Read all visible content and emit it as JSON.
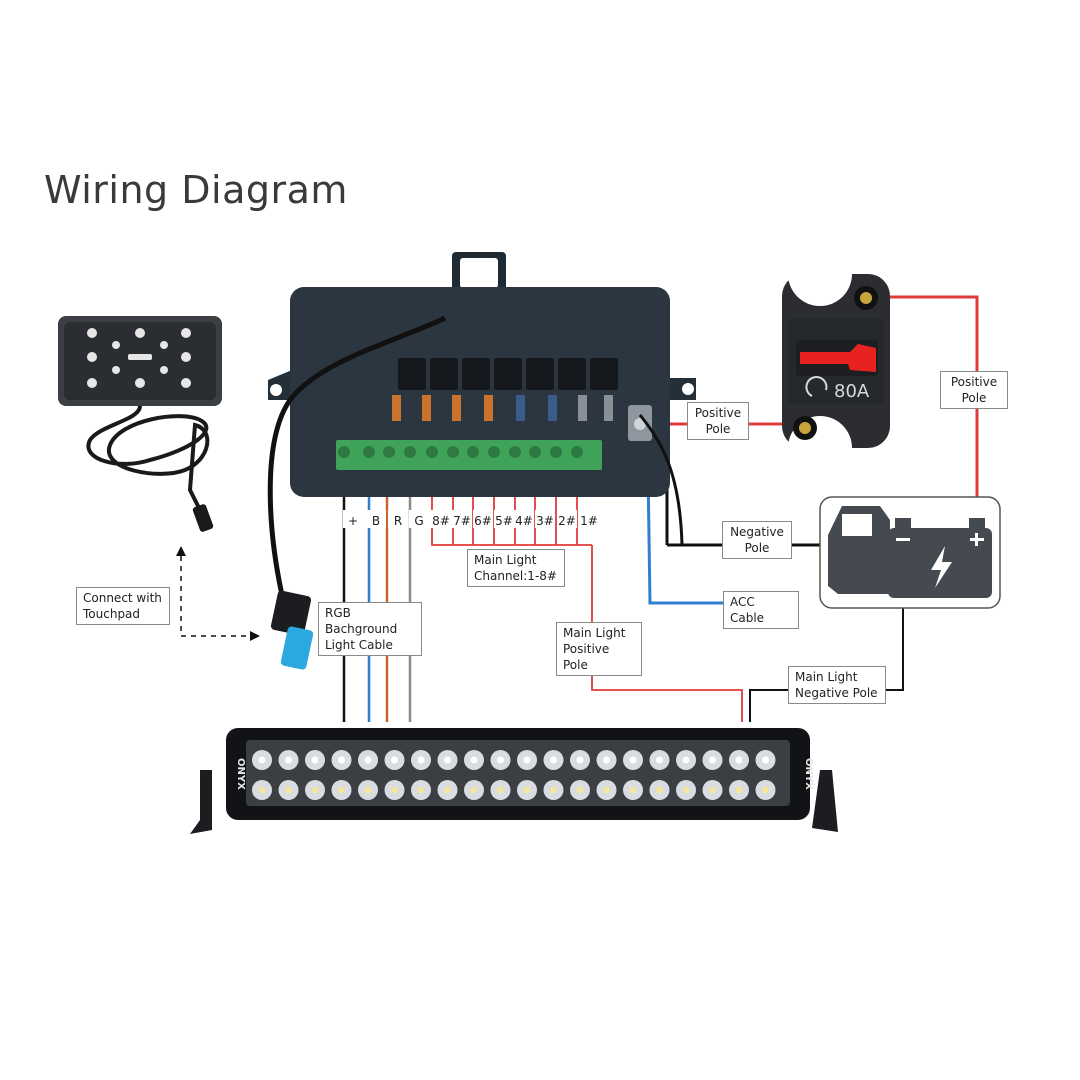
{
  "title": "Wiring Diagram",
  "labels": {
    "connect_touchpad": "Connect with\nTouchpad",
    "rgb_cable": "RGB Bachground\nLight Cable",
    "main_light_channel": "Main Light\nChannel:1-8#",
    "main_light_positive": "Main Light\nPositive Pole",
    "main_light_negative": "Main Light\nNegative Pole",
    "positive_pole_box": "Positive\nPole",
    "positive_pole_battery": "Positive\nPole",
    "negative_pole": "Negative\nPole",
    "acc_cable": "ACC Cable"
  },
  "terminals": [
    "+",
    "B",
    "R",
    "G",
    "8#",
    "7#",
    "6#",
    "5#",
    "4#",
    "3#",
    "2#",
    "1#"
  ],
  "breaker": {
    "rating": "80A"
  },
  "light_bar": {
    "brand": "ONYX"
  },
  "colors": {
    "red_wire": "#e03a3a",
    "blue_wire": "#2f7fd0",
    "black_wire": "#111111",
    "box_body": "#2b3640",
    "terminal_green": "#3fa45a",
    "breaker_handle": "#e8231f"
  }
}
